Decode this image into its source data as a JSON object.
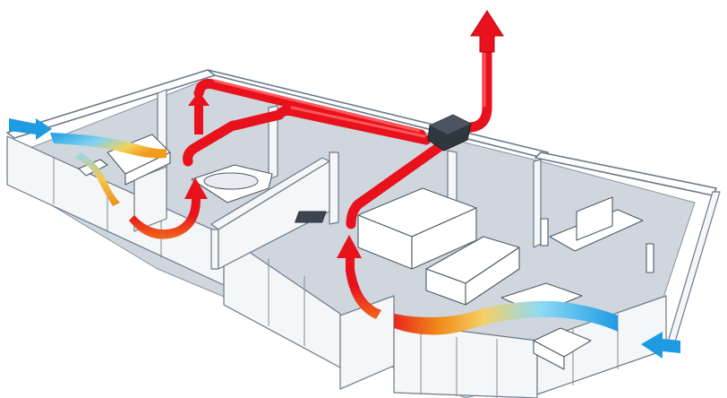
{
  "diagram": {
    "subject": "apartment-ventilation-airflow",
    "colors": {
      "extract_duct": "#e8111c",
      "fresh_air_cool": "#27a7ea",
      "fresh_air_warm": "#f6a21a",
      "extract_arrow": "#e8111c",
      "floor": "#cfd6de",
      "walls": "#ffffff",
      "wall_outline": "#6b7a88",
      "fan_unit": "#2f3740"
    },
    "elements": {
      "exhaust_outlet_icon": "up-arrow-icon",
      "fan_unit_icon": "fan-box-icon",
      "fresh_air_inlets": 2,
      "extract_points": 4
    }
  }
}
